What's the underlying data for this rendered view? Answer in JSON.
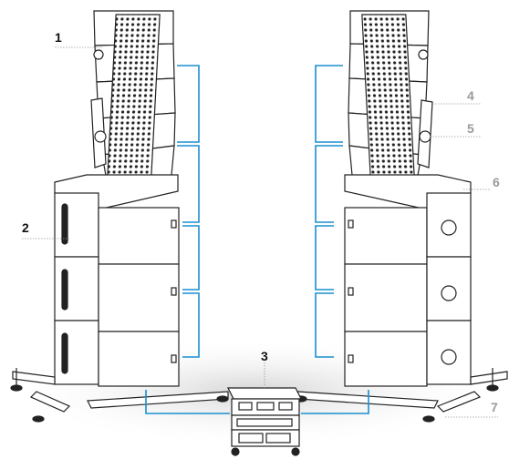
{
  "callouts": [
    {
      "id": "1",
      "label": "1"
    },
    {
      "id": "2",
      "label": "2"
    },
    {
      "id": "3",
      "label": "3"
    },
    {
      "id": "4",
      "label": "4"
    },
    {
      "id": "5",
      "label": "5"
    },
    {
      "id": "6",
      "label": "6"
    },
    {
      "id": "7",
      "label": "7"
    }
  ],
  "colors": {
    "cable": "#1a8fd0",
    "outline": "#222222",
    "label_dark": "#111111",
    "label_grey": "#9a9a9a",
    "floor_shadow": "#d9d9d9"
  }
}
